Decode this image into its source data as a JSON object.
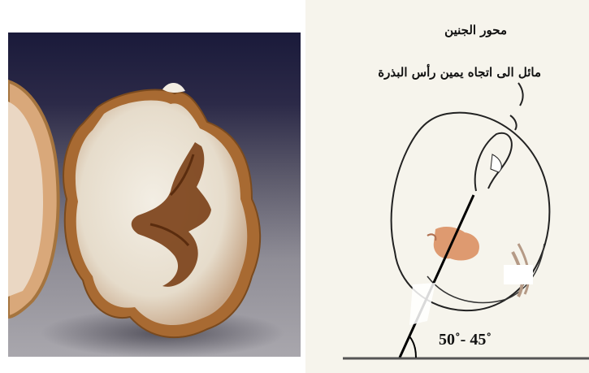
{
  "photo": {
    "subject": "seed-cross-section-photo"
  },
  "diagram": {
    "title": "محور الجنين",
    "subtitle": "مائل الى اتجاه يمين رأس البذرة",
    "angle_label": "50˚- 45˚"
  },
  "colors": {
    "background_dark": "#1f1d3a",
    "seed_flesh": "#e9e2d3",
    "seed_brown": "#7a3f16",
    "diagram_bg": "#f6f4ec",
    "orange_patch": "#d98a5b"
  }
}
